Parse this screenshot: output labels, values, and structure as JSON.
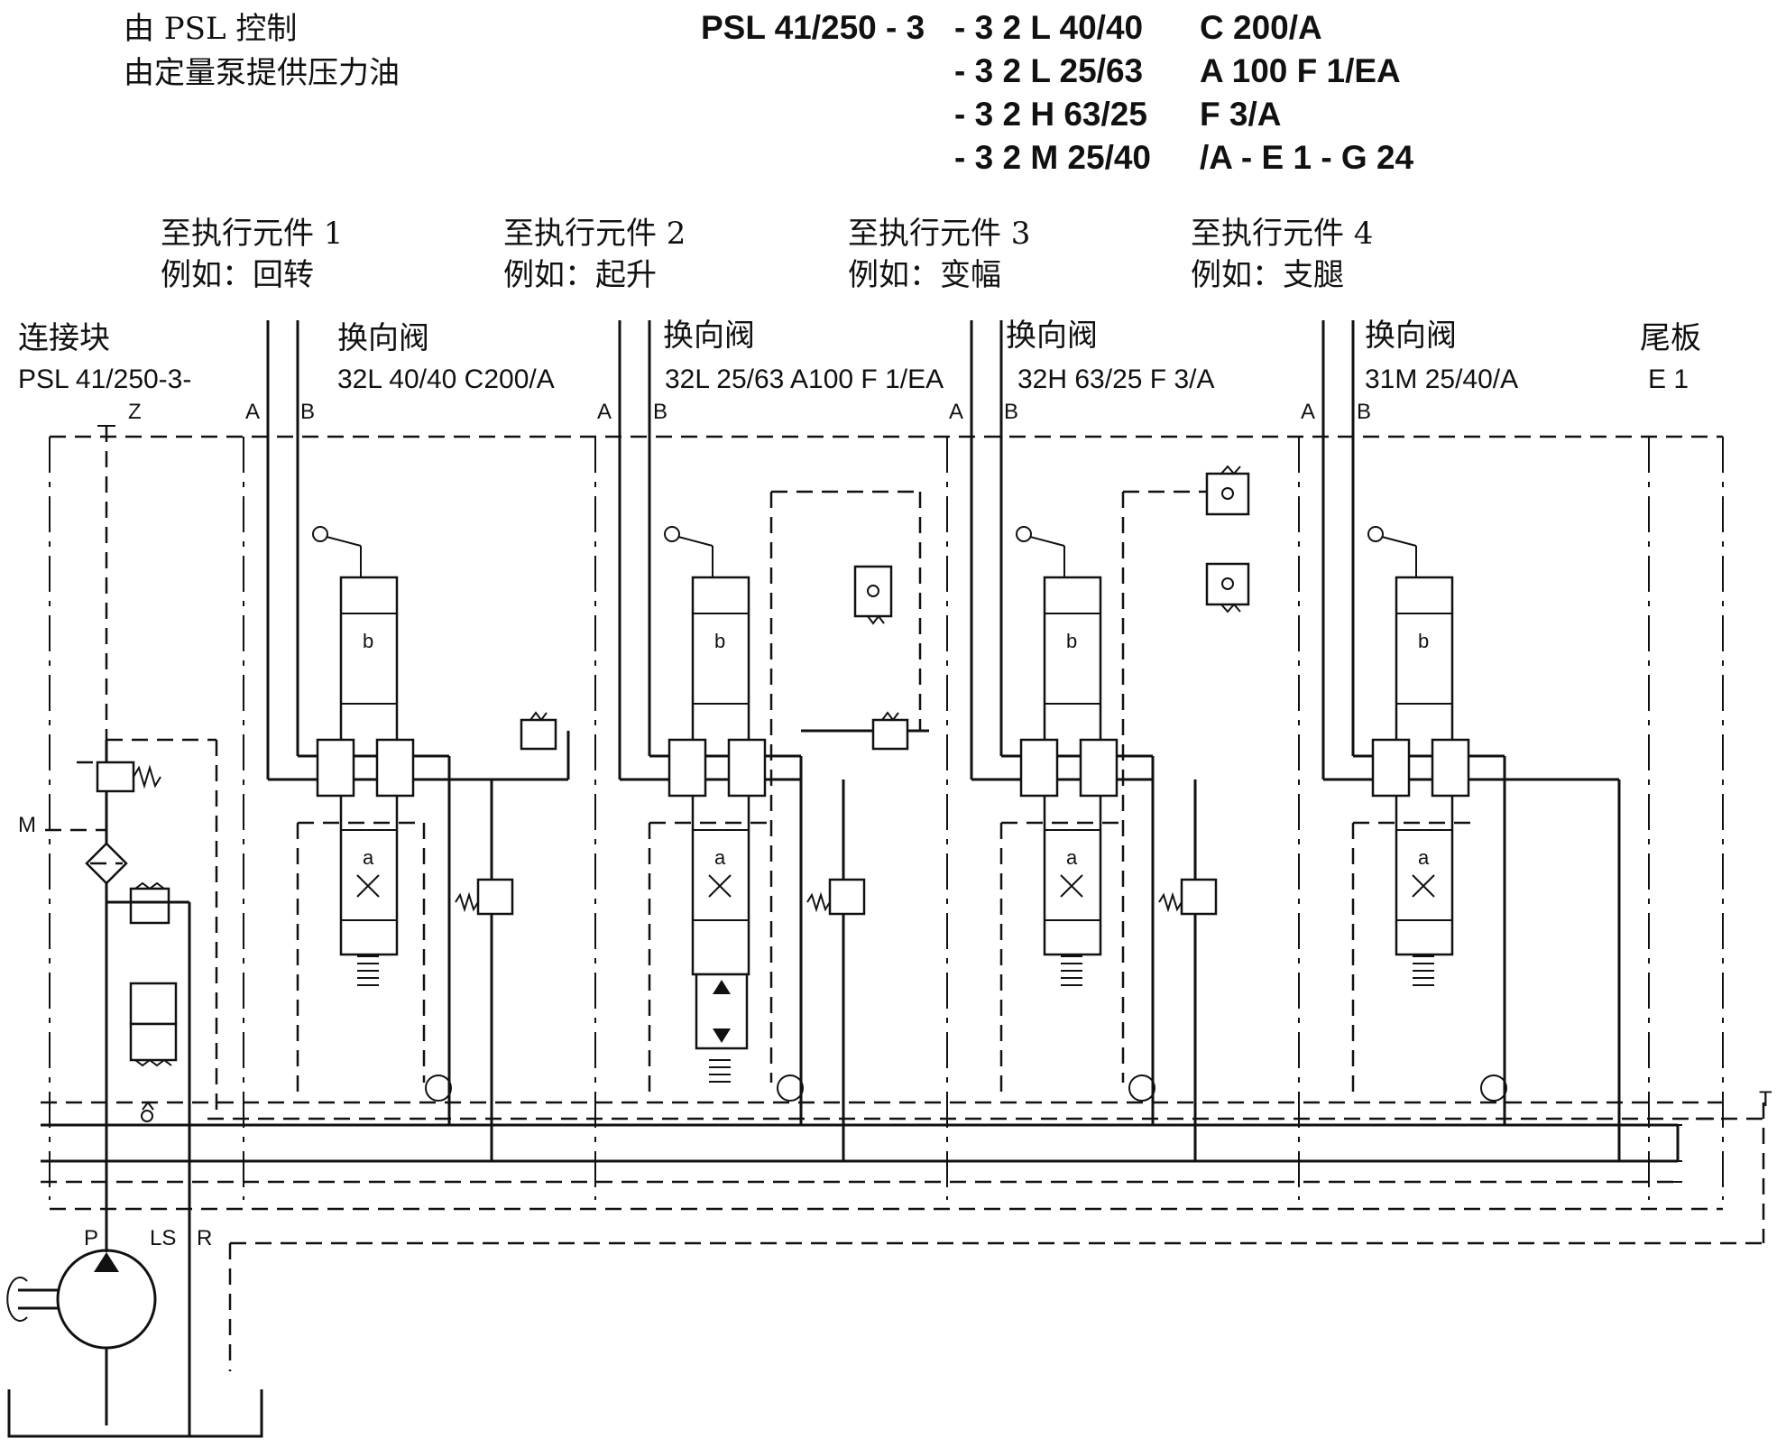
{
  "header": {
    "left_line1": "由 PSL 控制",
    "left_line2": "由定量泵提供压力油",
    "code_lines": [
      {
        "prefix": "PSL 41/250 - 3",
        "spec": "- 3 2 L  40/40",
        "suffix": "C 200/A"
      },
      {
        "prefix": "",
        "spec": "- 3 2 L  25/63",
        "suffix": "A 100 F 1/EA"
      },
      {
        "prefix": "",
        "spec": "- 3 2 H  63/25",
        "suffix": "F 3/A"
      },
      {
        "prefix": "",
        "spec": "- 3 2 M 25/40",
        "suffix": "/A - E 1 - G 24"
      }
    ]
  },
  "actuators": [
    {
      "title": "至执行元件 1",
      "example": "例如：回转"
    },
    {
      "title": "至执行元件 2",
      "example": "例如：起升"
    },
    {
      "title": "至执行元件 3",
      "example": "例如：变幅"
    },
    {
      "title": "至执行元件 4",
      "example": "例如：支腿"
    }
  ],
  "inlet": {
    "title": "连接块",
    "code": "PSL 41/250-3-"
  },
  "valves": [
    {
      "title": "换向阀",
      "code": "32L 40/40 C200/A"
    },
    {
      "title": "换向阀",
      "code": "32L 25/63 A100 F 1/EA"
    },
    {
      "title": "换向阀",
      "code": "32H 63/25 F 3/A"
    },
    {
      "title": "换向阀",
      "code": "31M 25/40/A"
    }
  ],
  "end_plate": {
    "title": "尾板",
    "code": "E 1"
  },
  "ports": {
    "z": "Z",
    "a": "A",
    "b": "B",
    "m": "M",
    "p": "P",
    "ls": "LS",
    "r": "R",
    "t": "T"
  },
  "spool_marks": {
    "a": "a",
    "b": "b"
  }
}
